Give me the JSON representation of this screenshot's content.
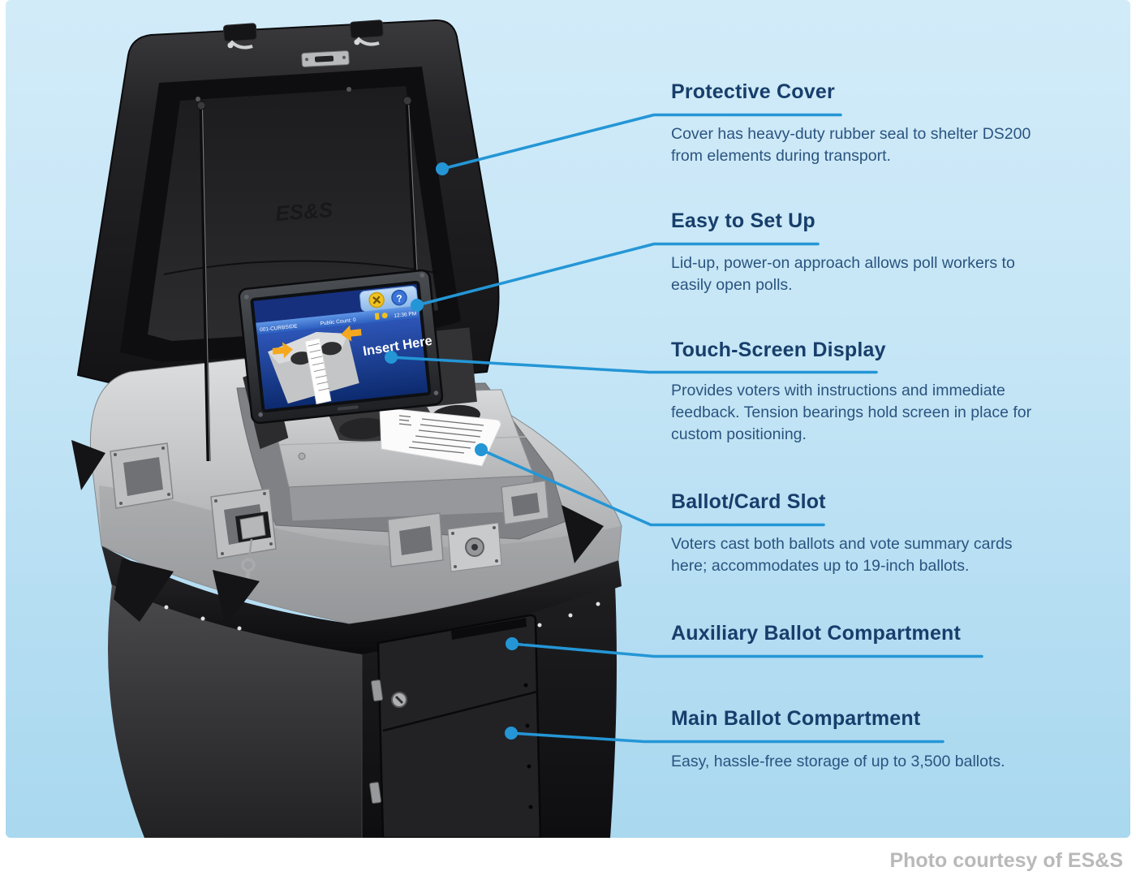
{
  "photo_panel": {
    "bg_top": "#d2ebf9",
    "bg_bottom": "#a9d8ef"
  },
  "colors": {
    "accent_line": "#2496d6",
    "heading": "#173e6b",
    "body_text": "#2a5480",
    "credit_text": "#b9b9b9",
    "machine_dark": "#1b1b1d",
    "machine_gray": "#b9bbbd",
    "screen_blue": "#16307e",
    "arrow_orange": "#f5a81d"
  },
  "callouts": [
    {
      "title": "Protective Cover",
      "body": "Cover has heavy-duty rubber seal to shelter DS200\nfrom elements during transport."
    },
    {
      "title": "Easy to Set Up",
      "body": "Lid-up, power-on approach allows poll workers to\neasily open polls."
    },
    {
      "title": "Touch-Screen Display",
      "body": "Provides voters with instructions and immediate\nfeedback. Tension bearings hold screen in place for\ncustom positioning."
    },
    {
      "title": "Ballot/Card Slot",
      "body": "Voters cast both ballots and vote summary cards\nhere; accommodates up to 19-inch ballots."
    },
    {
      "title": "Auxiliary Ballot Compartment",
      "body": ""
    },
    {
      "title": "Main Ballot Compartment",
      "body": "Easy, hassle-free storage of up to 3,500 ballots."
    }
  ],
  "machine_screen": {
    "status_left": "001-CURBSIDE",
    "status_center": "Public Count: 0",
    "status_right": "12:36 PM",
    "help_glyph": "?",
    "insert_label": "Insert Here"
  },
  "photo_credit": "Photo courtesy of ES&S"
}
